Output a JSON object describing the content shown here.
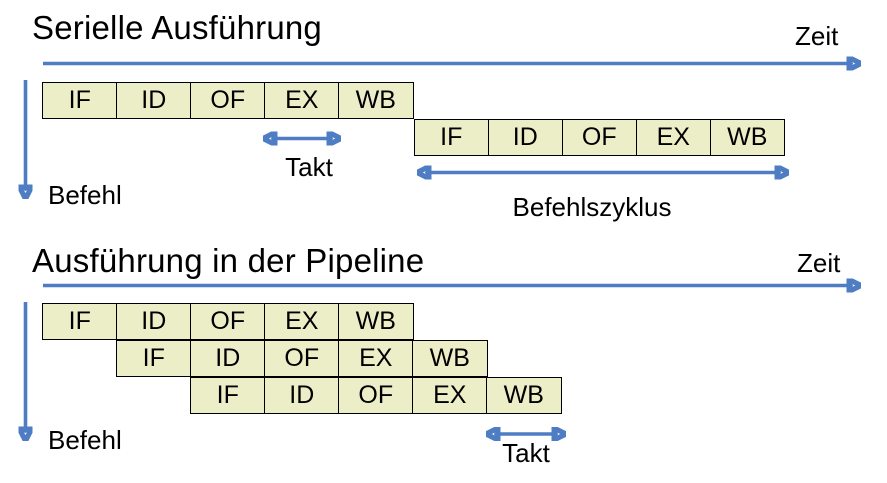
{
  "colors": {
    "background": "#ffffff",
    "box_fill": "#eceec8",
    "box_border": "#000000",
    "arrow": "#4e7dc4",
    "text": "#000000"
  },
  "serial": {
    "title": "Serielle Ausführung",
    "time_label": "Zeit",
    "instruction_label": "Befehl",
    "clock_label": "Takt",
    "cycle_label": "Befehlszyklus",
    "rows": [
      {
        "stages": [
          "IF",
          "ID",
          "OF",
          "EX",
          "WB"
        ]
      },
      {
        "stages": [
          "IF",
          "ID",
          "OF",
          "EX",
          "WB"
        ]
      }
    ]
  },
  "pipeline": {
    "title": "Ausführung in der Pipeline",
    "time_label": "Zeit",
    "instruction_label": "Befehl",
    "clock_label": "Takt",
    "rows": [
      {
        "stages": [
          "IF",
          "ID",
          "OF",
          "EX",
          "WB"
        ]
      },
      {
        "stages": [
          "IF",
          "ID",
          "OF",
          "EX",
          "WB"
        ]
      },
      {
        "stages": [
          "IF",
          "ID",
          "OF",
          "EX",
          "WB"
        ]
      }
    ]
  }
}
